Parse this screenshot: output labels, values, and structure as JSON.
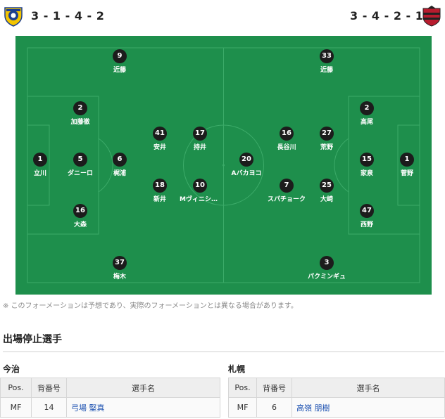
{
  "header": {
    "left_formation": "3 - 1 - 4 - 2",
    "right_formation": "3 - 4 - 2 - 1",
    "left_crest": "imabari-crest-icon",
    "right_crest": "sapporo-crest-icon"
  },
  "colors": {
    "pitch": "#1e8f4c",
    "player_circle": "#1c1c1c",
    "link": "#1a4fb0"
  },
  "players": {
    "left": [
      {
        "number": "9",
        "name": "近藤"
      },
      {
        "number": "2",
        "name": "加藤徹"
      },
      {
        "number": "41",
        "name": "安井"
      },
      {
        "number": "17",
        "name": "持井"
      },
      {
        "number": "1",
        "name": "立川"
      },
      {
        "number": "5",
        "name": "ダニーロ"
      },
      {
        "number": "6",
        "name": "梶浦"
      },
      {
        "number": "18",
        "name": "新井"
      },
      {
        "number": "10",
        "name": "Mヴィニシウス"
      },
      {
        "number": "16",
        "name": "大森"
      },
      {
        "number": "37",
        "name": "梅木"
      }
    ],
    "right": [
      {
        "number": "33",
        "name": "近藤"
      },
      {
        "number": "2",
        "name": "高尾"
      },
      {
        "number": "16",
        "name": "長谷川"
      },
      {
        "number": "27",
        "name": "荒野"
      },
      {
        "number": "20",
        "name": "Aバカヨコ"
      },
      {
        "number": "15",
        "name": "家泉"
      },
      {
        "number": "1",
        "name": "菅野"
      },
      {
        "number": "7",
        "name": "スパチョーク"
      },
      {
        "number": "25",
        "name": "大崎"
      },
      {
        "number": "47",
        "name": "西野"
      },
      {
        "number": "3",
        "name": "パクミンギュ"
      }
    ]
  },
  "note": "※ このフォーメーションは予想であり、実際のフォーメーションとは異なる場合があります。",
  "suspension": {
    "title": "出場停止選手",
    "columns": {
      "pos": "Pos.",
      "number": "背番号",
      "name": "選手名"
    },
    "teams": [
      {
        "team": "今治",
        "rows": [
          {
            "pos": "MF",
            "number": "14",
            "name": "弓場 堅真"
          }
        ]
      },
      {
        "team": "札幌",
        "rows": [
          {
            "pos": "MF",
            "number": "6",
            "name": "高嶺 朋樹"
          }
        ]
      }
    ]
  }
}
